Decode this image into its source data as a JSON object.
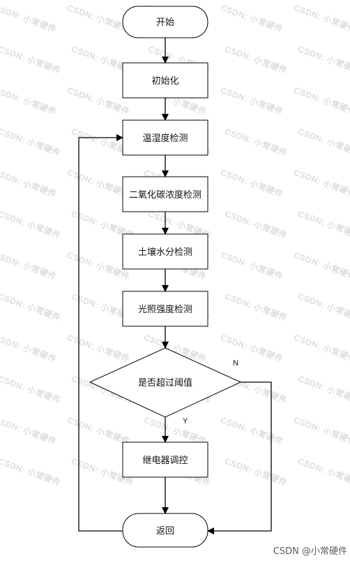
{
  "watermark_text": "CSDN: 小常硬件",
  "credit_text": "CSDN @小常硬件",
  "nodes": {
    "start": "开始",
    "init": "初始化",
    "temp_humidity": "温湿度检测",
    "co2": "二氧化碳浓度检测",
    "soil_moisture": "土壤水分检测",
    "light": "光照强度检测",
    "decision": "是否超过阈值",
    "relay": "继电器调控",
    "return": "返回"
  },
  "branch_labels": {
    "no": "N",
    "yes": "Y"
  },
  "colors": {
    "line": "#000000",
    "box_fill": "#ffffff"
  }
}
